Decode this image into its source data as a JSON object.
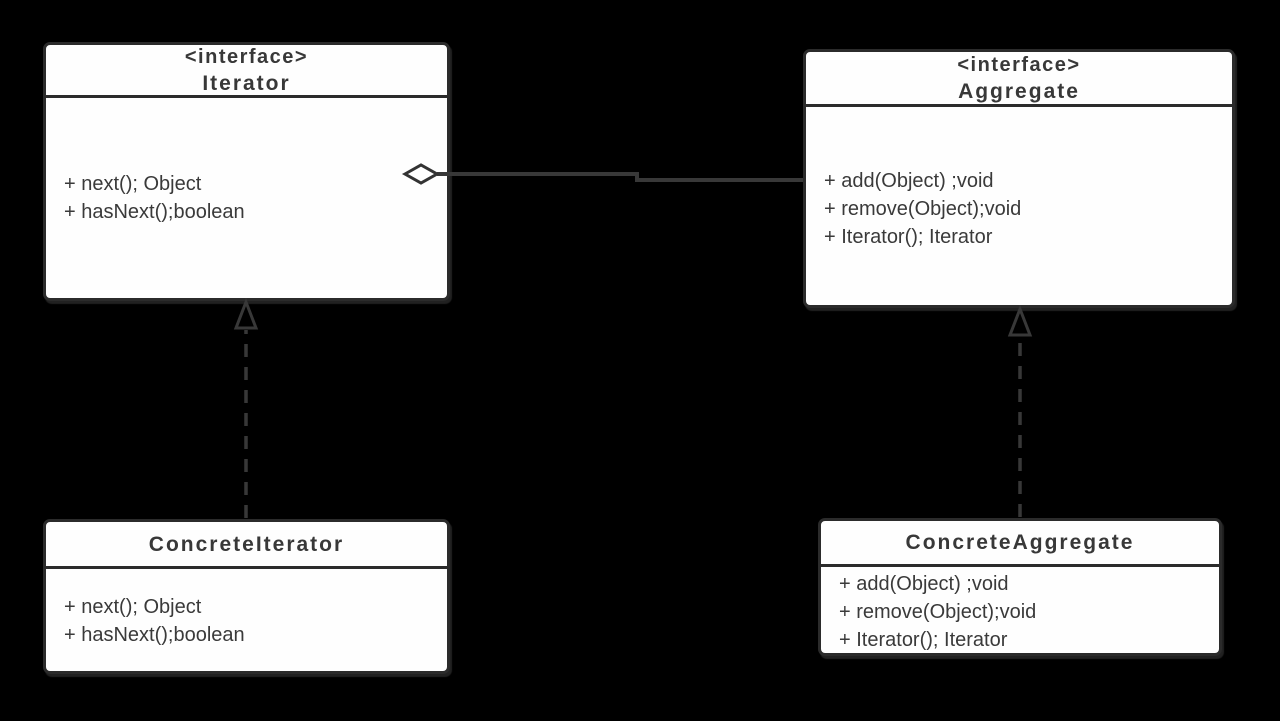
{
  "diagram": {
    "kind": "uml-class-diagram",
    "pattern": "Iterator",
    "colors": {
      "background": "#000000",
      "box_fill": "#fefefe",
      "box_border": "#2b2b2b",
      "text": "#3a3a3a",
      "connector_line": "#383838"
    },
    "classes": {
      "iterator": {
        "stereotype": "<interface>",
        "name": "Iterator",
        "methods": [
          "+ next(); Object",
          "+ hasNext();boolean"
        ]
      },
      "aggregate": {
        "stereotype": "<interface>",
        "name": "Aggregate",
        "methods": [
          "+ add(Object) ;void",
          "+ remove(Object);void",
          "+ Iterator(); Iterator"
        ]
      },
      "concrete_iterator": {
        "name": "ConcreteIterator",
        "methods": [
          "+ next(); Object",
          "+ hasNext();boolean"
        ]
      },
      "concrete_aggregate": {
        "name": "ConcreteAggregate",
        "methods": [
          "+ add(Object) ;void",
          "+ remove(Object);void",
          "+ Iterator(); Iterator"
        ]
      }
    },
    "relationships": [
      {
        "type": "aggregation",
        "from": "Iterator",
        "to": "Aggregate"
      },
      {
        "type": "realization",
        "from": "ConcreteIterator",
        "to": "Iterator"
      },
      {
        "type": "realization",
        "from": "ConcreteAggregate",
        "to": "Aggregate"
      }
    ]
  }
}
